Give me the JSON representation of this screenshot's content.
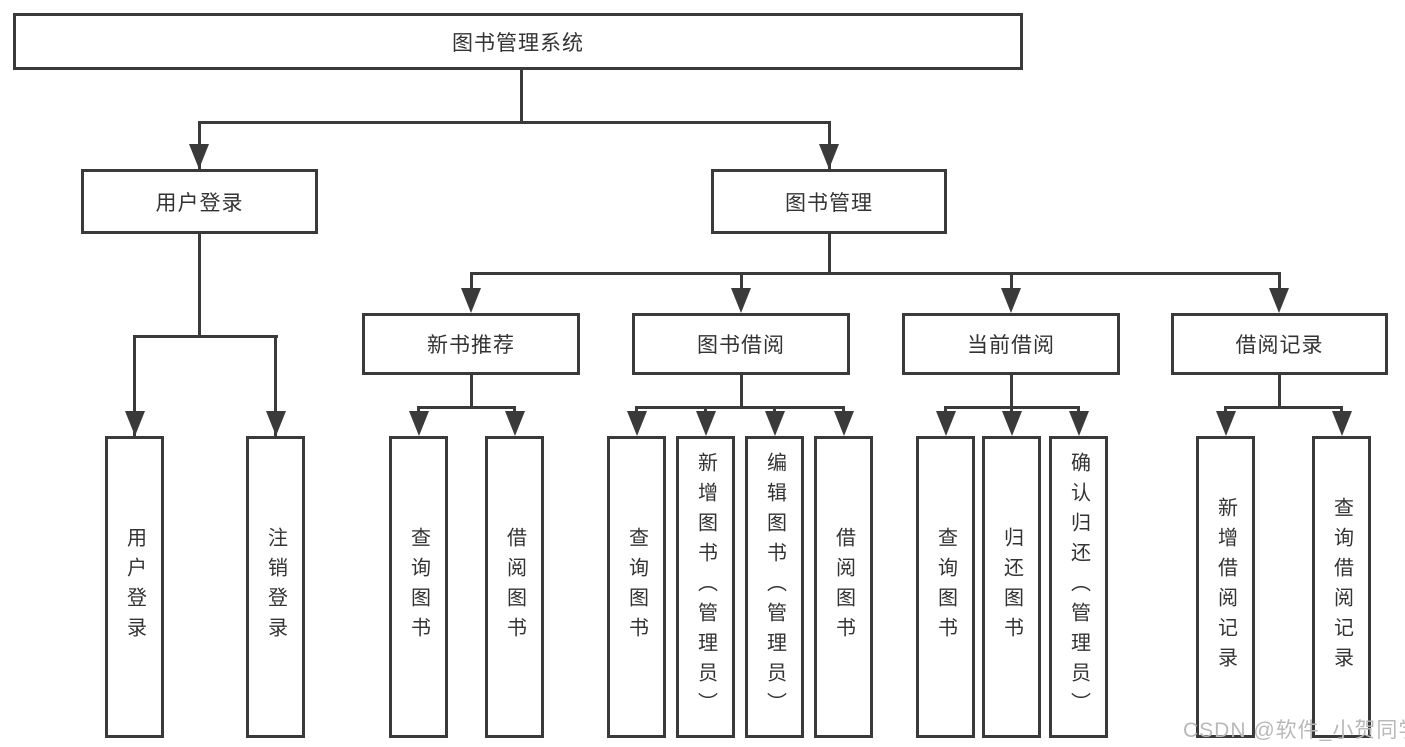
{
  "diagram": {
    "title": "图书管理系统",
    "level2": [
      "用户登录",
      "图书管理"
    ],
    "level3": [
      "新书推荐",
      "图书借阅",
      "当前借阅",
      "借阅记录"
    ],
    "leaves": {
      "user_login_group": [
        "用户登录",
        "注销登录"
      ],
      "new_book_group": [
        "查询图书",
        "借阅图书"
      ],
      "book_borrow_group": [
        "查询图书",
        "新增图书（管理员）",
        "编辑图书（管理员）",
        "借阅图书"
      ],
      "current_borrow_group": [
        "查询图书",
        "归还图书",
        "确认归还（管理员）"
      ],
      "borrow_record_group": [
        "新增借阅记录",
        "查询借阅记录"
      ]
    }
  },
  "watermark": "CSDN @软件_小贺同学",
  "colors": {
    "line": "#3a3a3a",
    "text": "#333333",
    "box_background": "#ffffff",
    "page_background": "#ffffff",
    "watermark": "#b9b9b9"
  }
}
